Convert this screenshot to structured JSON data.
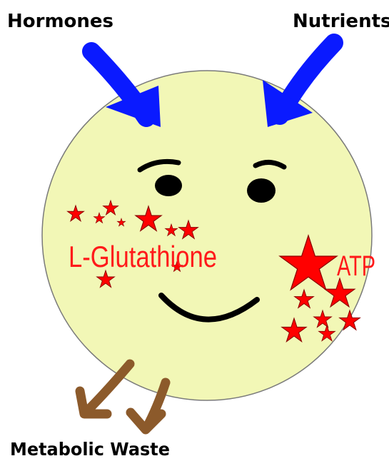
{
  "labels": {
    "hormones": "Hormones",
    "nutrients": "Nutrients",
    "glutathione": "L-Glutathione",
    "atp": "ATP",
    "waste": "Metabolic Waste"
  },
  "colors": {
    "cell_fill": "#f2f7b6",
    "cell_stroke": "#7a7a7a",
    "input_arrows": "#0a1aff",
    "output_arrows": "#8c5a2b",
    "stars": "#ff0000",
    "star_outline": "#8b0000",
    "text_red": "#ff1a1a",
    "text_black": "#000000"
  }
}
